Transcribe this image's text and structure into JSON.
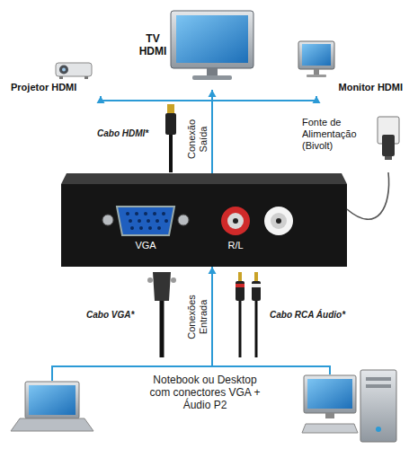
{
  "diagram": {
    "nodes": [
      {
        "text": [
          "TV HDMI"
        ]
      },
      {
        "text": [
          "Projetor HDMI"
        ]
      },
      {
        "text": [
          "Monitor HDMI"
        ]
      },
      {
        "text": [
          "Fonte de Alimentação (Bivolt)"
        ]
      },
      {
        "text": [
          "VGA",
          "R/L"
        ]
      },
      {
        "text": [
          "Notebook ou Desktop com conectores VGA + Áudio P2"
        ]
      }
    ],
    "edges": [
      {
        "from": 4,
        "to": 1,
        "arrow": "to"
      },
      {
        "from": 4,
        "to": 0,
        "arrow": "to"
      },
      {
        "from": 4,
        "to": 2,
        "arrow": "to"
      },
      {
        "from": 5,
        "to": 4,
        "arrow": "to"
      },
      {
        "from": 4,
        "to": 3,
        "arrow": "none"
      }
    ],
    "labels": [
      "Cabo HDMI*",
      "Conexão Saída",
      "Cabo VGA*",
      "Conexões Entrada",
      "Cabo RCA Áudio*"
    ]
  }
}
